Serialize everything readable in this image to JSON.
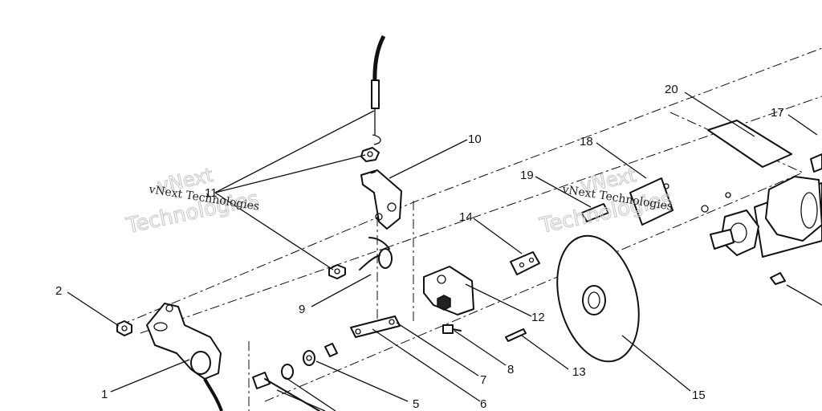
{
  "callouts": [
    {
      "label": "1"
    },
    {
      "label": "2"
    },
    {
      "label": "5"
    },
    {
      "label": "6"
    },
    {
      "label": "7"
    },
    {
      "label": "8"
    },
    {
      "label": "9"
    },
    {
      "label": "10"
    },
    {
      "label": "11"
    },
    {
      "label": "12"
    },
    {
      "label": "13"
    },
    {
      "label": "14"
    },
    {
      "label": "15"
    },
    {
      "label": "17"
    },
    {
      "label": "18"
    },
    {
      "label": "19"
    },
    {
      "label": "20"
    }
  ],
  "watermark": {
    "large_line1": "vNext",
    "large_line2": "Technologies",
    "small": "vNext Technologies"
  }
}
